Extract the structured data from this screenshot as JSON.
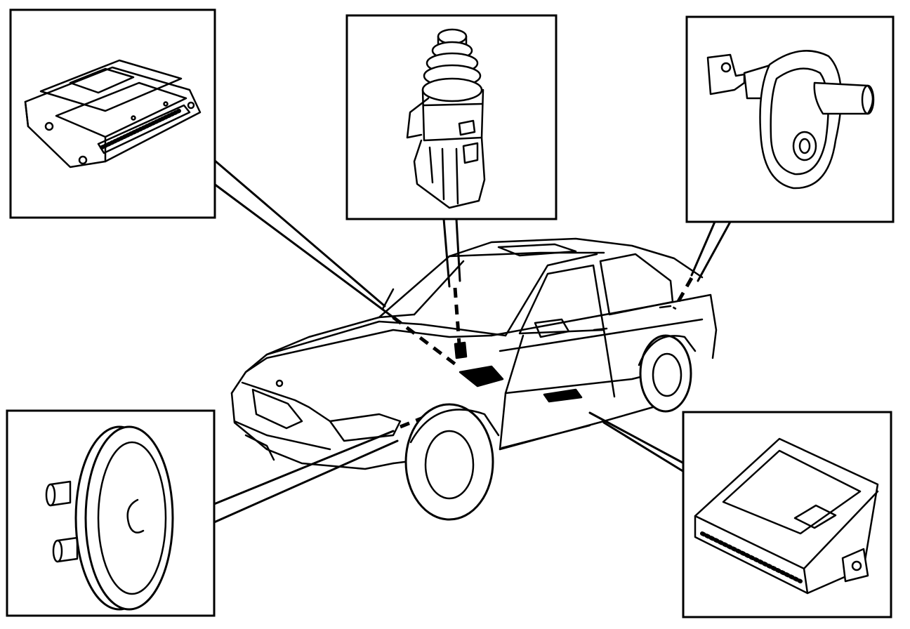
{
  "diagram": {
    "line_color": "#000000",
    "background": "#ffffff",
    "components": [
      {
        "id": "control-module",
        "icon": "ecu-module-icon"
      },
      {
        "id": "sensor-connector",
        "icon": "sensor-connector-icon"
      },
      {
        "id": "door-switch",
        "icon": "door-switch-icon"
      },
      {
        "id": "horn",
        "icon": "horn-icon"
      },
      {
        "id": "alarm-module",
        "icon": "alarm-module-icon"
      }
    ],
    "vehicle": {
      "icon": "car-icon"
    }
  }
}
